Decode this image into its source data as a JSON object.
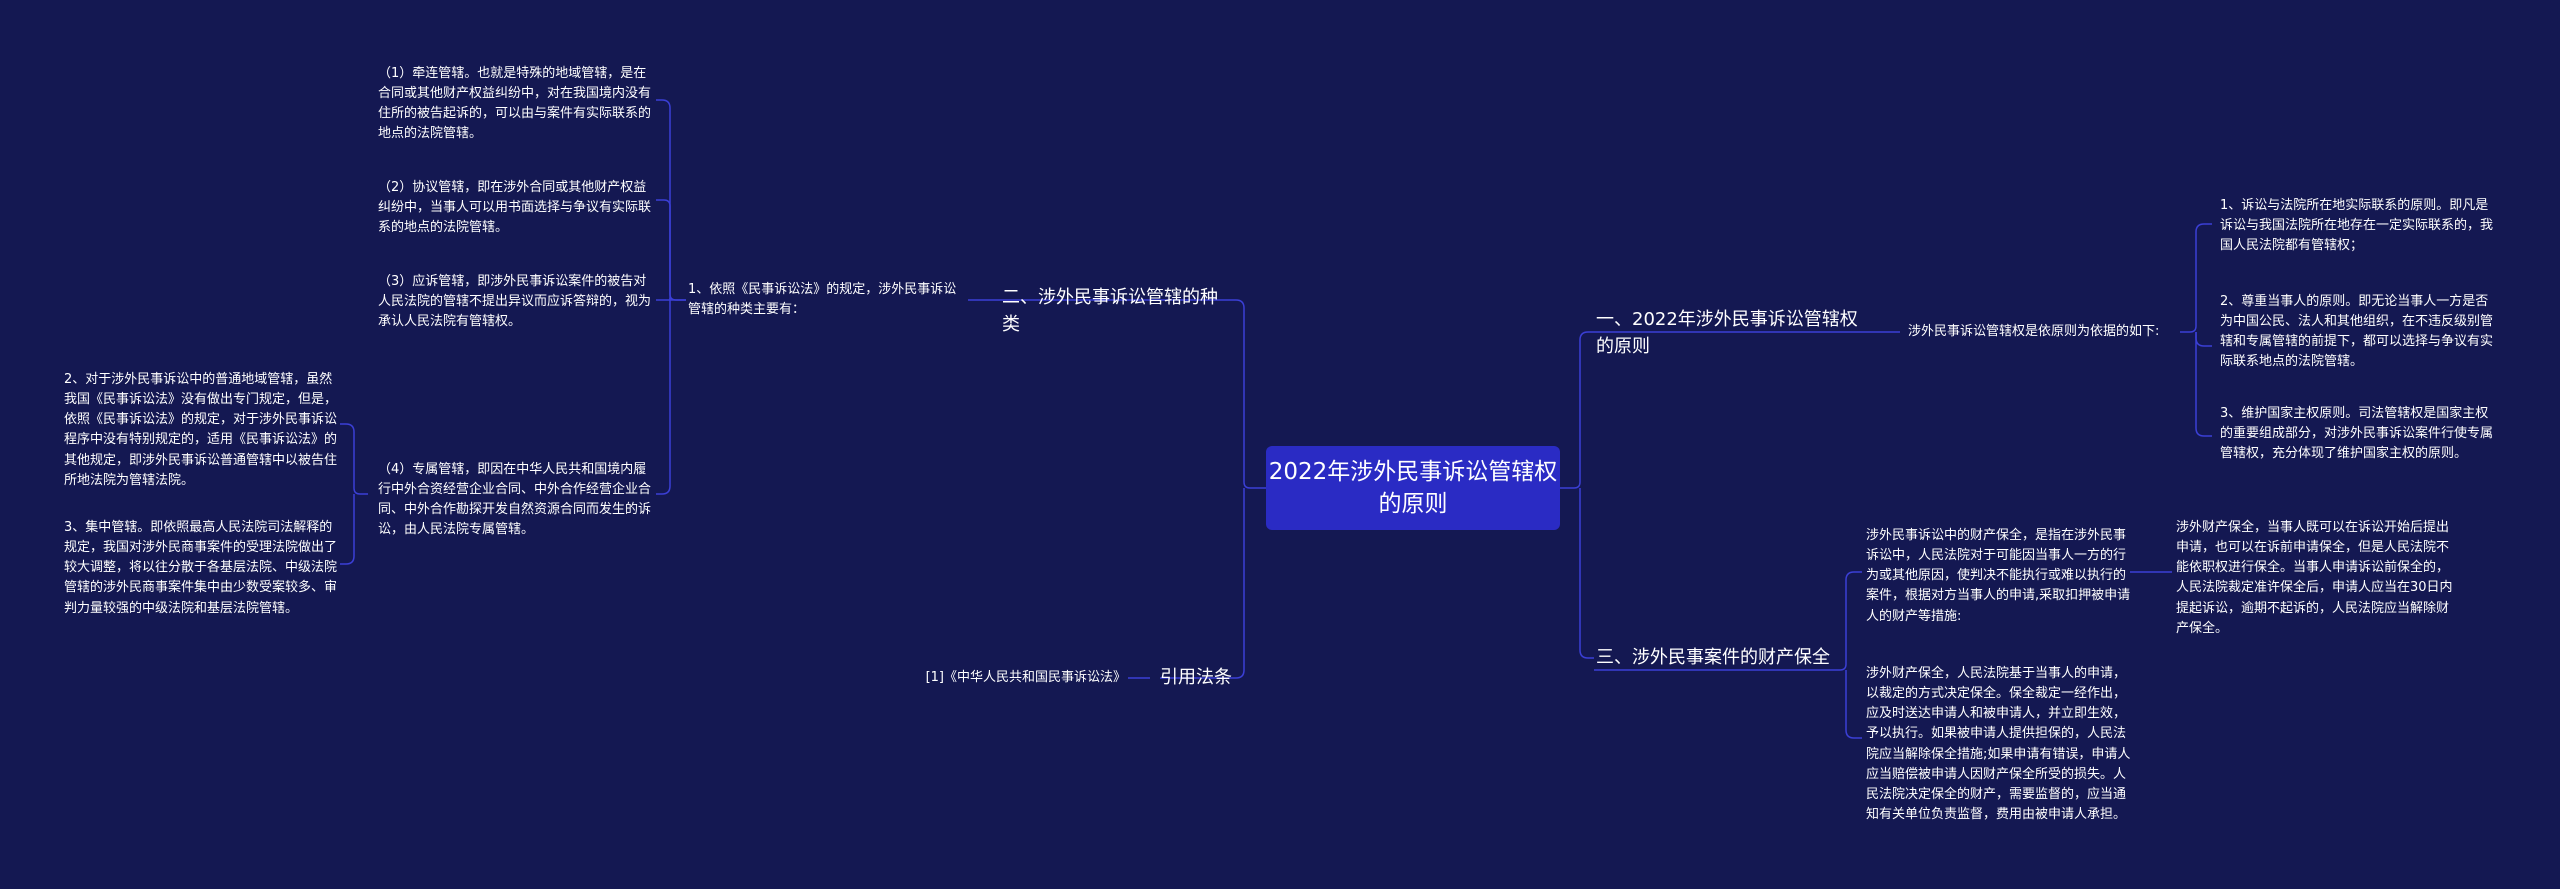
{
  "colors": {
    "background": "#141852",
    "root_fill": "#2a2bc4",
    "connector": "#3b3fd6",
    "text": "#ffffff"
  },
  "root": {
    "title": "2022年涉外民事诉讼管辖权的原则"
  },
  "left": {
    "types": {
      "label": "二、涉外民事诉讼管辖的种类",
      "intro": "1、依照《民事诉讼法》的规定，涉外民事诉讼管辖的种类主要有：",
      "items": [
        "（1）牵连管辖。也就是特殊的地域管辖，是在合同或其他财产权益纠纷中，对在我国境内没有住所的被告起诉的，可以由与案件有实际联系的地点的法院管辖。",
        "（2）协议管辖，即在涉外合同或其他财产权益纠纷中，当事人可以用书面选择与争议有实际联系的地点的法院管辖。",
        "（3）应诉管辖，即涉外民事诉讼案件的被告对人民法院的管辖不提出异议而应诉答辩的，视为承认人民法院有管辖权。",
        "（4）专属管辖，即因在中华人民共和国境内履行中外合资经营企业合同、中外合作经营企业合同、中外合作勘探开发自然资源合同而发生的诉讼，由人民法院专属管辖。"
      ],
      "sub_items": [
        "2、对于涉外民事诉讼中的普通地域管辖，虽然我国《民事诉讼法》没有做出专门规定，但是，依照《民事诉讼法》的规定，对于涉外民事诉讼程序中没有特别规定的，适用《民事诉讼法》的其他规定，即涉外民事诉讼普通管辖中以被告住所地法院为管辖法院。",
        "3、集中管辖。即依照最高人民法院司法解释的规定，我国对涉外民商事案件的受理法院做出了较大调整，将以往分散于各基层法院、中级法院管辖的涉外民商事案件集中由少数受案较多、审判力量较强的中级法院和基层法院管辖。"
      ]
    },
    "citation": {
      "label": "引用法条",
      "item": "[1]《中华人民共和国民事诉讼法》"
    }
  },
  "right": {
    "principles": {
      "label": "一、2022年涉外民事诉讼管辖权的原则",
      "intro": "涉外民事诉讼管辖权是依原则为依据的如下:",
      "items": [
        "1、诉讼与法院所在地实际联系的原则。即凡是诉讼与我国法院所在地存在一定实际联系的，我国人民法院都有管辖权；",
        "2、尊重当事人的原则。即无论当事人一方是否为中国公民、法人和其他组织，在不违反级别管辖和专属管辖的前提下，都可以选择与争议有实际联系地点的法院管辖。",
        "3、维护国家主权原则。司法管辖权是国家主权的重要组成部分，对涉外民事诉讼案件行使专属管辖权，充分体现了维护国家主权的原则。"
      ]
    },
    "preservation": {
      "label": "三、涉外民事案件的财产保全",
      "intro": "涉外民事诉讼中的财产保全，是指在涉外民事诉讼中，人民法院对于可能因当事人一方的行为或其他原因，使判决不能执行或难以执行的案件，根据对方当事人的申请,采取扣押被申请人的财产等措施:",
      "intro_child": "涉外财产保全，当事人既可以在诉讼开始后提出申请，也可以在诉前申请保全，但是人民法院不能依职权进行保全。当事人申请诉讼前保全的，人民法院裁定准许保全后，申请人应当在30日内提起诉讼，逾期不起诉的，人民法院应当解除财产保全。",
      "detail": "涉外财产保全，人民法院基于当事人的申请，以裁定的方式决定保全。保全裁定一经作出，应及时送达申请人和被申请人，并立即生效，予以执行。如果被申请人提供担保的，人民法院应当解除保全措施;如果申请有错误，申请人应当赔偿被申请人因财产保全所受的损失。人民法院决定保全的财产，需要监督的，应当通知有关单位负责监督，费用由被申请人承担。"
    }
  }
}
